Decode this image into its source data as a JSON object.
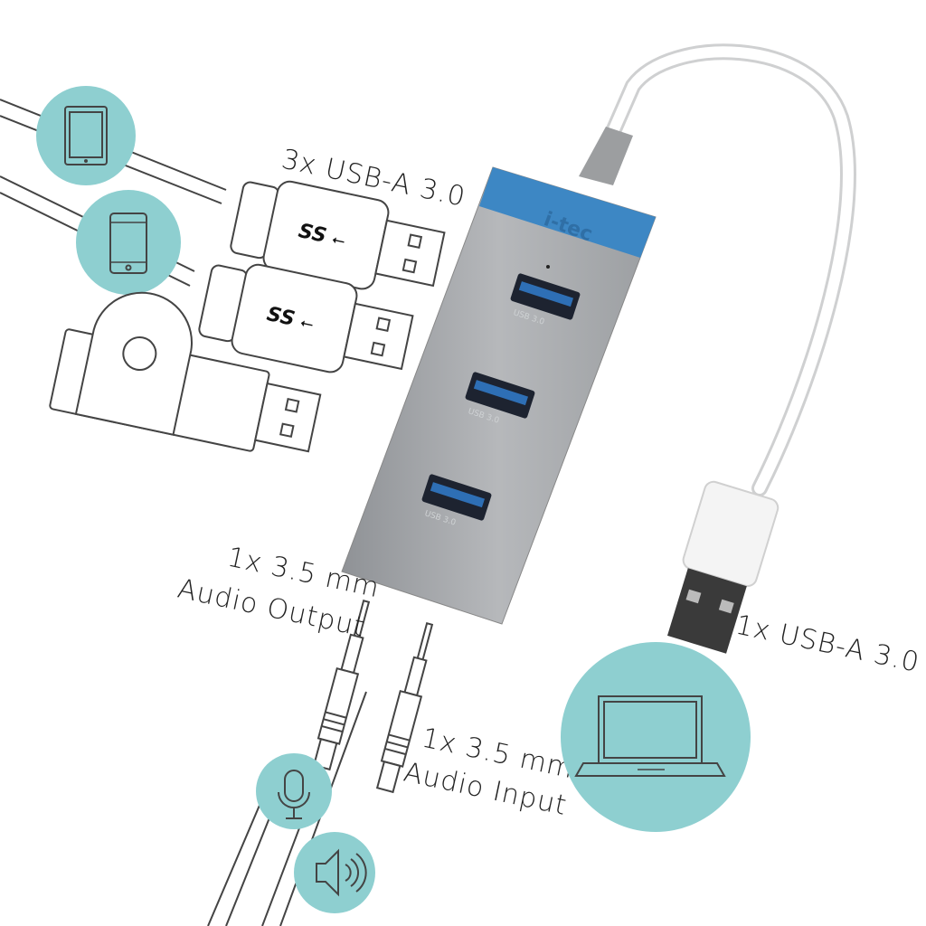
{
  "brand": "i-tec",
  "labels": {
    "usb_ports": "3x USB-A 3.0",
    "audio_output_line1": "1x 3.5 mm",
    "audio_output_line2": "Audio Output",
    "audio_input_line1": "1x 3.5 mm",
    "audio_input_line2": "Audio Input",
    "host": "1x USB-A 3.0"
  },
  "plug_logo": "SS",
  "port_label": "USB 3.0",
  "icons": [
    "tablet-icon",
    "smartphone-icon",
    "usb-flash-drive-icon",
    "microphone-icon",
    "speaker-icon",
    "laptop-icon"
  ],
  "colors": {
    "circle": "#8ecfd0",
    "hub_cap": "#3d87c4",
    "hub_body": "#a7a9ac",
    "port": "#2e6fb5"
  }
}
